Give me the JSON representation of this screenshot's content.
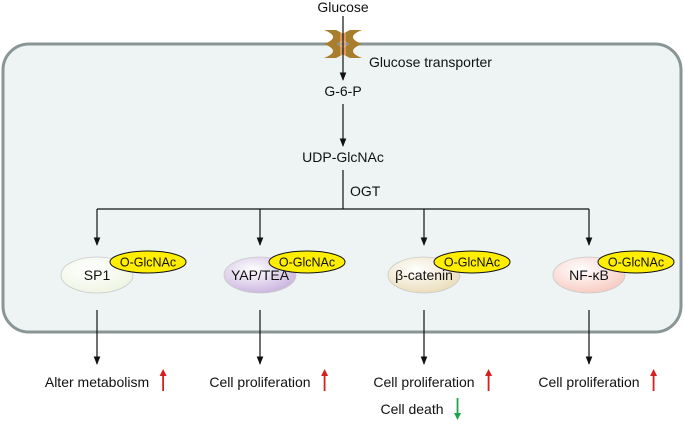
{
  "source_label": "Glucose",
  "transporter_label": "Glucose transporter",
  "metabolites": [
    "G-6-P",
    "UDP-GlcNAc"
  ],
  "enzyme_label": "OGT",
  "modification_label": "O-GlcNAc",
  "targets": [
    {
      "name": "SP1",
      "fill": "#eef5e2",
      "outcomes": [
        {
          "text": "Alter metabolism",
          "direction": "up",
          "color": "#d81e1e"
        }
      ]
    },
    {
      "name": "YAP/TEA",
      "fill": "#c9b2de",
      "outcomes": [
        {
          "text": "Cell proliferation",
          "direction": "up",
          "color": "#d81e1e"
        }
      ]
    },
    {
      "name": "β-catenin",
      "fill": "#eadcb8",
      "outcomes": [
        {
          "text": "Cell proliferation",
          "direction": "up",
          "color": "#d81e1e"
        },
        {
          "text": "Cell death",
          "direction": "down",
          "color": "#1aa64a"
        }
      ]
    },
    {
      "name": "NF-κB",
      "fill": "#f7c9bf",
      "outcomes": [
        {
          "text": "Cell proliferation",
          "direction": "up",
          "color": "#d81e1e"
        }
      ]
    }
  ],
  "colors": {
    "cell_fill": "#edf4f3",
    "cell_stroke": "#8a9696",
    "tag_fill": "#ffee00",
    "transporter": "#a87d2c"
  }
}
